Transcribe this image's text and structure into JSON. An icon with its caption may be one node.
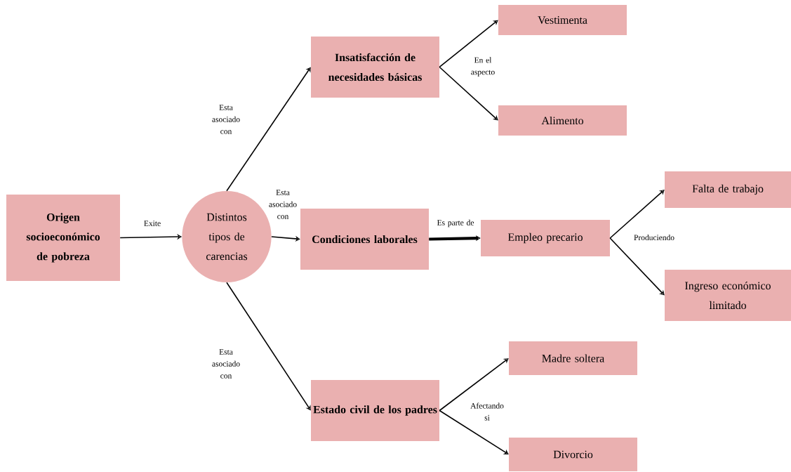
{
  "diagram": {
    "nodes": [
      {
        "text": [
          "Origen socioeconómico de pobreza"
        ]
      },
      {
        "text": [
          "Distintos tipos de carencias"
        ]
      },
      {
        "text": [
          "Insatisfacción de necesidades básicas"
        ]
      },
      {
        "text": [
          "Vestimenta"
        ]
      },
      {
        "text": [
          "Alimento"
        ]
      },
      {
        "text": [
          "Condiciones laborales"
        ]
      },
      {
        "text": [
          "Empleo precario"
        ]
      },
      {
        "text": [
          "Falta de trabajo"
        ]
      },
      {
        "text": [
          "Ingreso económico limitado"
        ]
      },
      {
        "text": [
          "Estado civil de los padres"
        ]
      },
      {
        "text": [
          "Madre soltera"
        ]
      },
      {
        "text": [
          "Divorcio"
        ]
      }
    ],
    "edges": [
      {
        "from": 0,
        "to": 1,
        "arrow": "to",
        "label": "Exite"
      },
      {
        "from": 1,
        "to": 2,
        "arrow": "to",
        "label": "Esta asociado con"
      },
      {
        "from": 1,
        "to": 5,
        "arrow": "to",
        "label": "Esta asociado con"
      },
      {
        "from": 1,
        "to": 9,
        "arrow": "to",
        "label": "Esta asociado con"
      },
      {
        "from": 2,
        "to": 3,
        "arrow": "to",
        "label": "En el aspecto"
      },
      {
        "from": 2,
        "to": 4,
        "arrow": "to"
      },
      {
        "from": 5,
        "to": 6,
        "arrow": "to",
        "label": "Es parte de",
        "style": "thick"
      },
      {
        "from": 6,
        "to": 7,
        "arrow": "to",
        "label": "Produciendo"
      },
      {
        "from": 6,
        "to": 8,
        "arrow": "to"
      },
      {
        "from": 9,
        "to": 10,
        "arrow": "to",
        "label": "Afectando si"
      },
      {
        "from": 9,
        "to": 11,
        "arrow": "to"
      }
    ]
  }
}
